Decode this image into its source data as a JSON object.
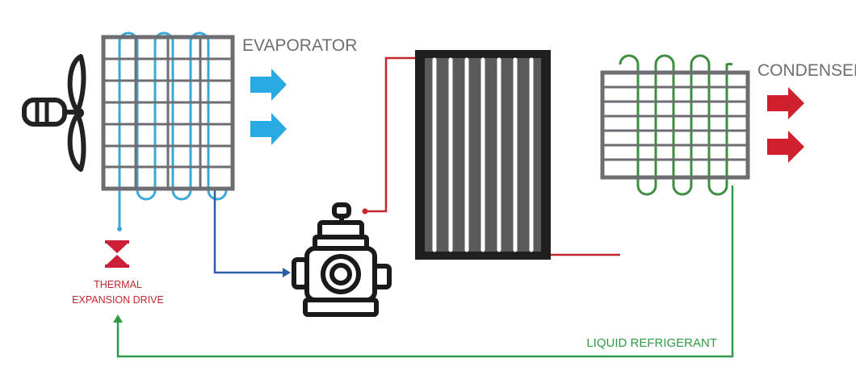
{
  "labels": {
    "evaporator": "EVAPORATOR",
    "condenser": "CONDENSER",
    "expansion_line1": "THERMAL",
    "expansion_line2": "EXPANSION DRIVE",
    "liquid": "LIQUID REFRIGERANT"
  },
  "colors": {
    "evaporator_coil": "#3aa9d8",
    "evaporator_arrow": "#29aae2",
    "coil_frame": "#6d6e71",
    "suction_line": "#2b5da8",
    "discharge_line": "#c1272d",
    "condenser_arrow": "#d0202e",
    "condenser_coil": "#3e8e41",
    "liquid_line": "#2e9a45",
    "expansion_valve": "#cc1f39",
    "panel_dark": "#1f1f1f",
    "panel_mid": "#5a5a5c",
    "label_gray": "#6d6e71"
  },
  "icons": {
    "fan": "fan-icon",
    "compressor": "compressor-icon",
    "valve": "expansion-valve-icon",
    "airflow": "arrow-right-icon"
  }
}
